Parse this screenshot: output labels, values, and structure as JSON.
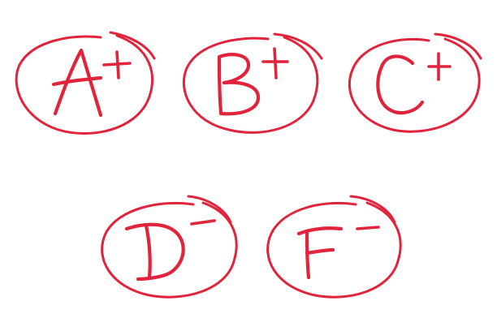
{
  "accent_color": "#e0243c",
  "background_color": "#ffffff",
  "grades": [
    {
      "letter": "A",
      "modifier": "+",
      "label": "A+"
    },
    {
      "letter": "B",
      "modifier": "+",
      "label": "B+"
    },
    {
      "letter": "C",
      "modifier": "+",
      "label": "C+"
    },
    {
      "letter": "D",
      "modifier": "-",
      "label": "D-"
    },
    {
      "letter": "F",
      "modifier": "-",
      "label": "F-"
    }
  ]
}
